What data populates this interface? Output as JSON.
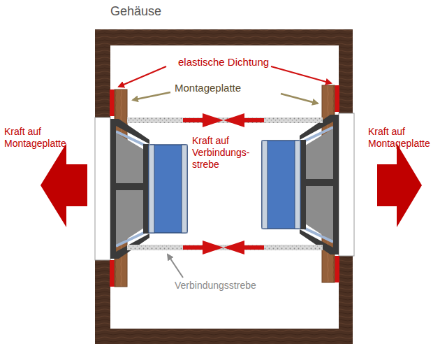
{
  "diagram": {
    "nodes": [
      {
        "text": [
          "Gehäuse"
        ]
      }
    ],
    "labels": [
      "elastische Dichtung",
      "Montageplatte",
      "Kraft auf Montageplatte",
      "Kraft auf Montageplatte",
      "Kraft auf Verbindungs- strebe",
      "Verbindungsstrebe"
    ]
  }
}
